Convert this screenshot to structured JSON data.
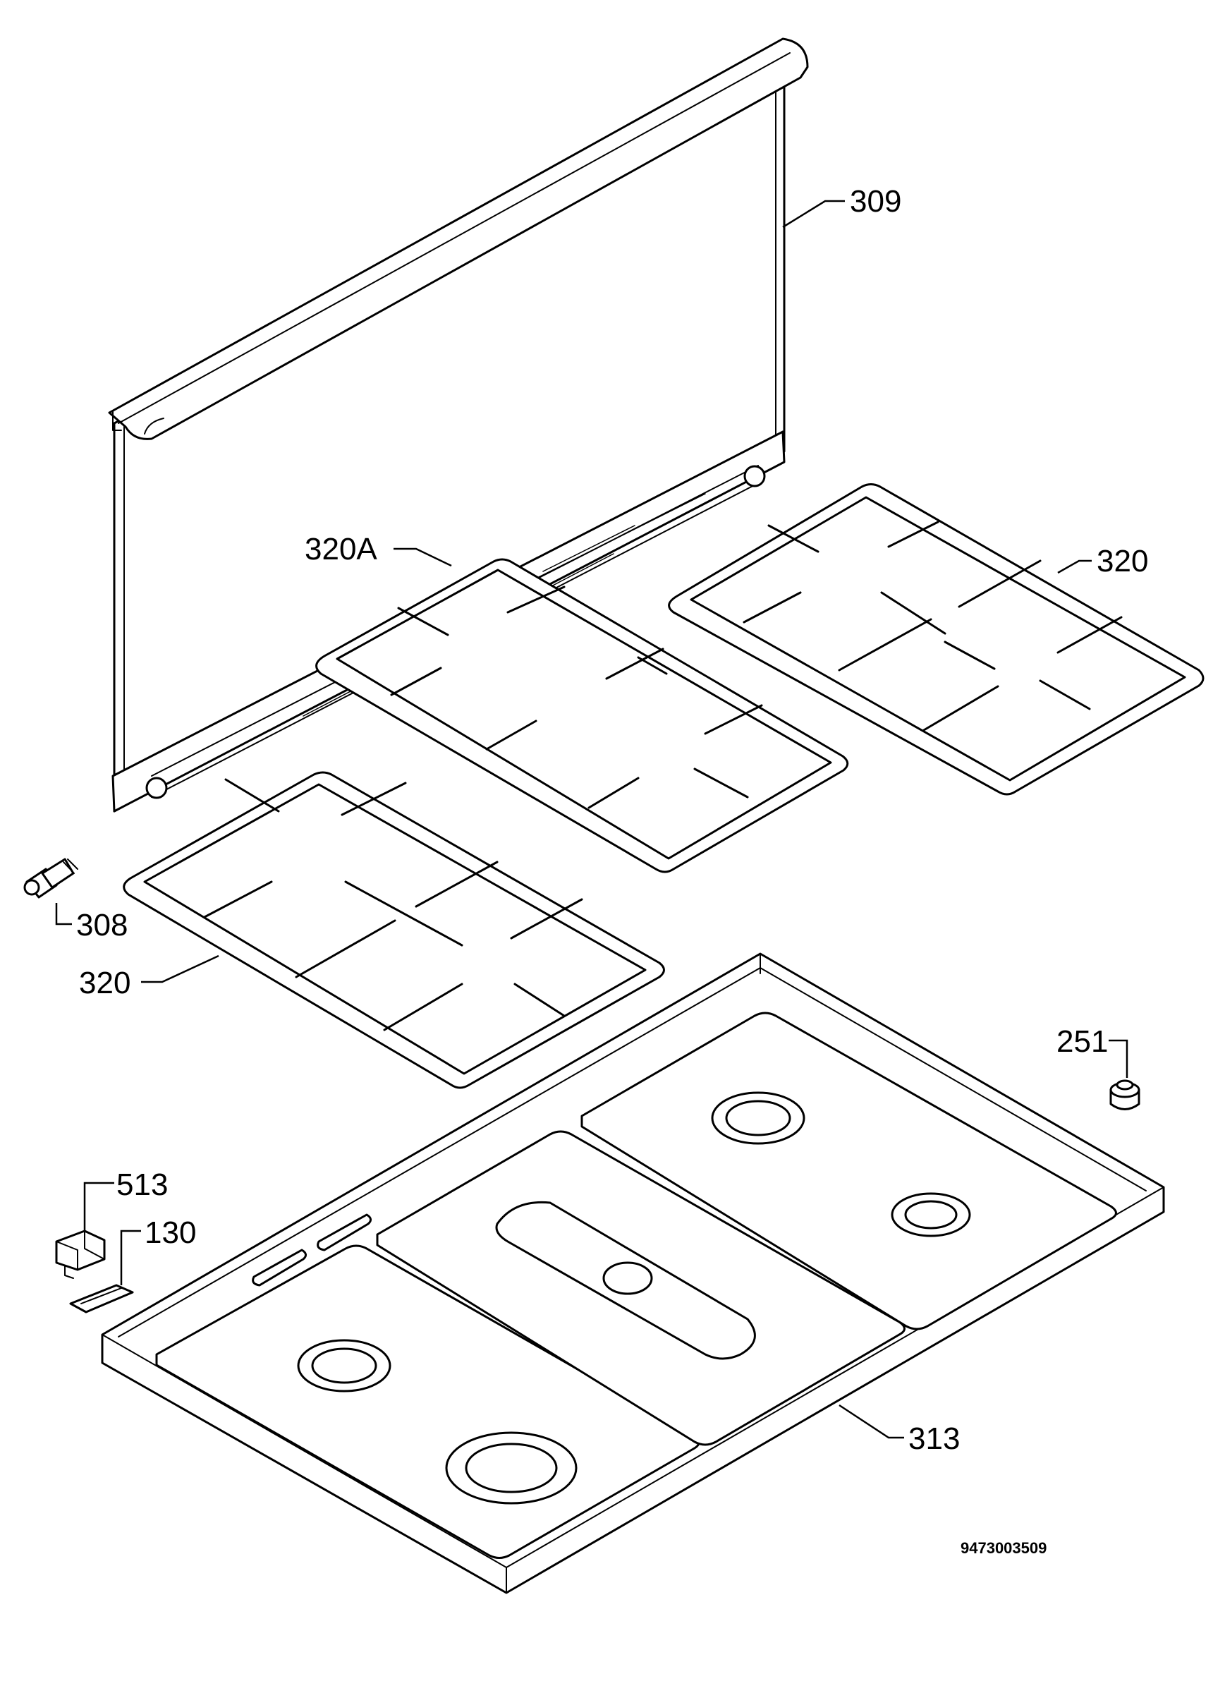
{
  "labels": {
    "back_panel": "309",
    "grid_center": "320A",
    "grid_right": "320",
    "grid_left": "320",
    "injector": "308",
    "hob_top": "313",
    "knob": "251",
    "cap_part": "513",
    "clip_part": "130"
  },
  "drawing_number": "9473003509"
}
